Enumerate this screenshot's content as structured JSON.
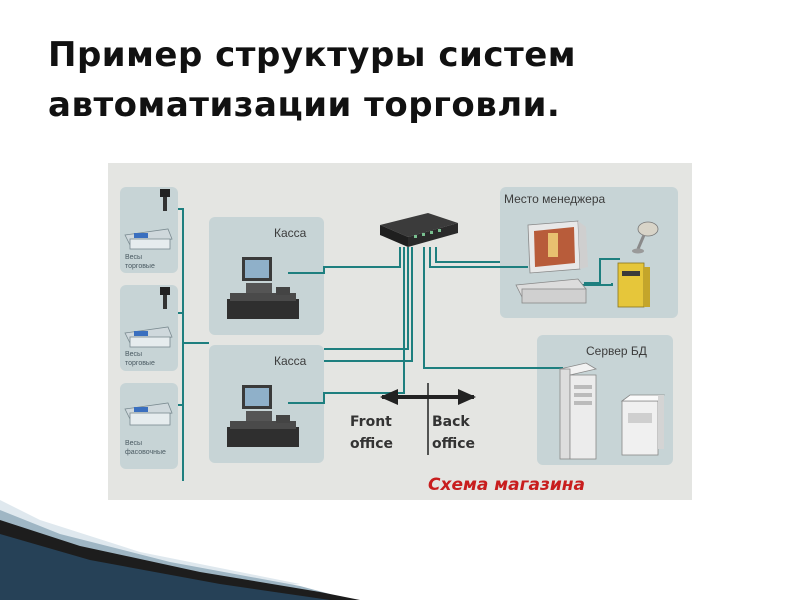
{
  "title": {
    "line1": "Пример структуры систем",
    "line2": "автоматизации торговли."
  },
  "diagram": {
    "scales": [
      {
        "label": "Весы\nторговые"
      },
      {
        "label": "Весы\nторговые"
      },
      {
        "label": "Весы\nфасовочные"
      }
    ],
    "kassa_top": {
      "label": "Касса"
    },
    "kassa_bottom": {
      "label": "Касса"
    },
    "manager": {
      "label": "Место менеджера"
    },
    "server": {
      "label": "Сервер БД"
    },
    "front_office": "Front\noffice",
    "back_office": "Back\noffice",
    "caption": "Схема магазина"
  },
  "colors": {
    "line": "#1e7f7f",
    "panel": "#c7d4d6",
    "background": "#e4e5e2",
    "caption": "#c81e1e"
  },
  "icons": [
    "scale-icon",
    "pos-terminal-icon",
    "network-switch-icon",
    "pc-icon",
    "barcode-scanner-icon",
    "printer-icon",
    "server-icon",
    "arrow-left-right-icon"
  ]
}
